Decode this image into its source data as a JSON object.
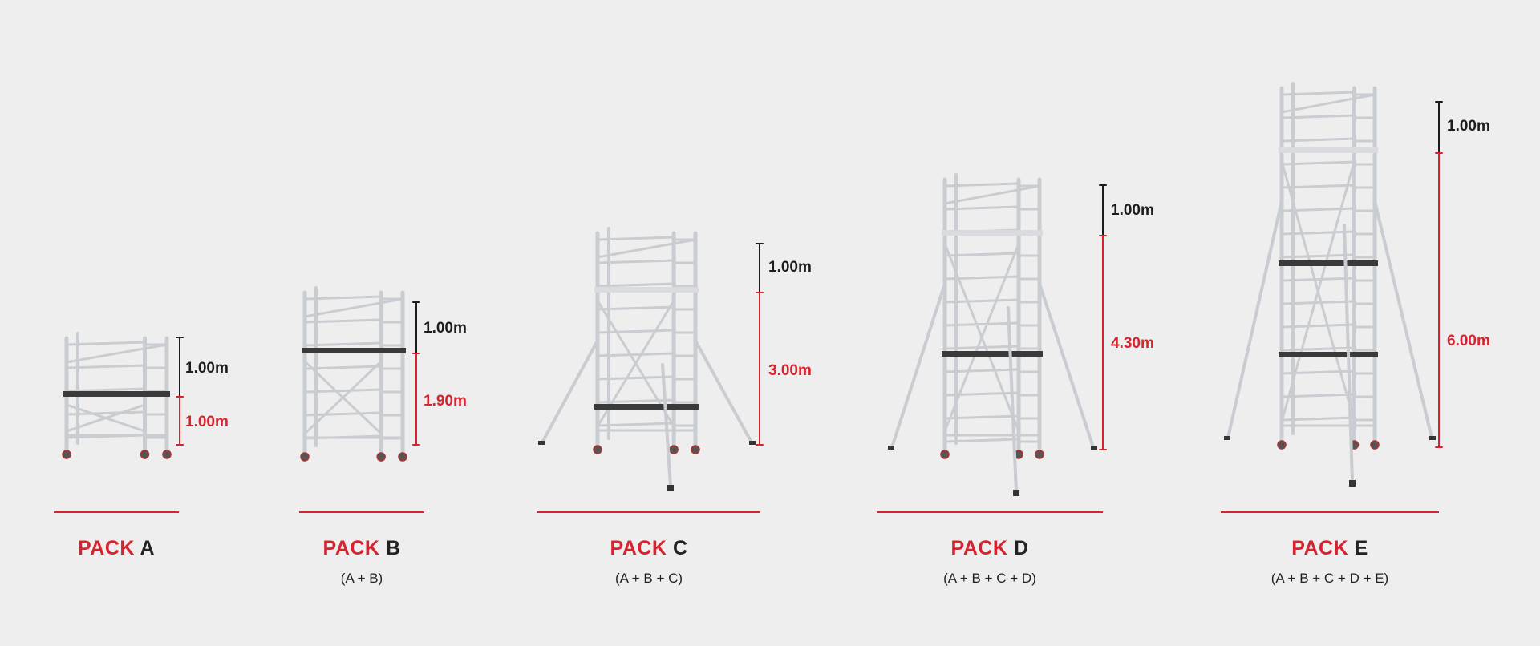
{
  "colors": {
    "accent": "#d8232f",
    "dark": "#1d1d1d",
    "background": "#eeeeee"
  },
  "pack_word": "PACK",
  "packs": [
    {
      "letter": "A",
      "subtitle": "",
      "top_dim": "1.00m",
      "bottom_dim": "1.00m"
    },
    {
      "letter": "B",
      "subtitle": "(A + B)",
      "top_dim": "1.00m",
      "bottom_dim": "1.90m"
    },
    {
      "letter": "C",
      "subtitle": "(A + B + C)",
      "top_dim": "1.00m",
      "bottom_dim": "3.00m"
    },
    {
      "letter": "D",
      "subtitle": "(A + B + C + D)",
      "top_dim": "1.00m",
      "bottom_dim": "4.30m"
    },
    {
      "letter": "E",
      "subtitle": "(A + B + C + D + E)",
      "top_dim": "1.00m",
      "bottom_dim": "6.00m"
    }
  ]
}
